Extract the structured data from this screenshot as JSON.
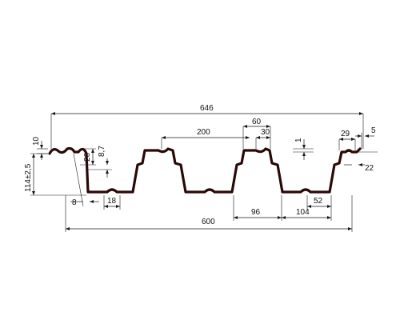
{
  "dimensions": {
    "total_width": "646",
    "pitch_200": "200",
    "top_60": "60",
    "top_30": "30",
    "offset_1": "1",
    "edge_29": "29",
    "edge_5": "5",
    "edge_22": "22",
    "lip_10": "10",
    "height_114": "114±2,5",
    "depth_26": "26",
    "depth_8_7": "8,7",
    "bottom_8": "8",
    "bottom_18": "18",
    "base_96": "96",
    "base_104": "104",
    "base_52": "52",
    "cover_600": "600"
  }
}
